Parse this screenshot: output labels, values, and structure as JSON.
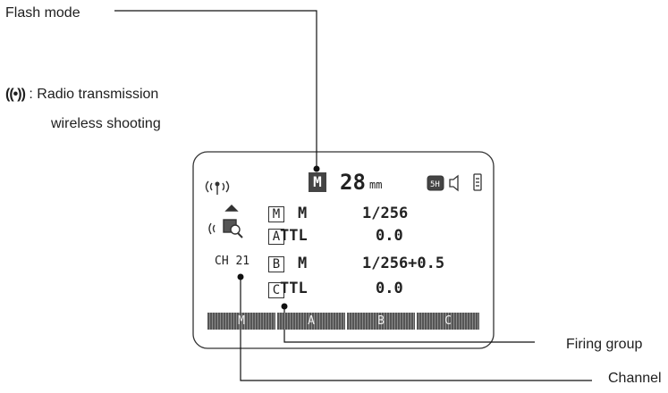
{
  "callouts": {
    "flash_mode": "Flash mode",
    "radio_icon": "((•))",
    "radio_line1": ": Radio transmission",
    "radio_line2": "wireless shooting",
    "firing_group": "Firing group",
    "channel": "Channel"
  },
  "lcd": {
    "mode_badge": "M",
    "zoom_value": "28",
    "zoom_unit": "mm",
    "channel": "CH 21",
    "rows": [
      {
        "group": "M",
        "mode": "M",
        "value": "1/256"
      },
      {
        "group": "A",
        "mode": "TTL",
        "value": "0.0"
      },
      {
        "group": "B",
        "mode": "M",
        "value": "1/256+0.5"
      },
      {
        "group": "C",
        "mode": "TTL",
        "value": "0.0"
      }
    ],
    "tabs": [
      "M",
      "A",
      "B",
      "C"
    ]
  }
}
